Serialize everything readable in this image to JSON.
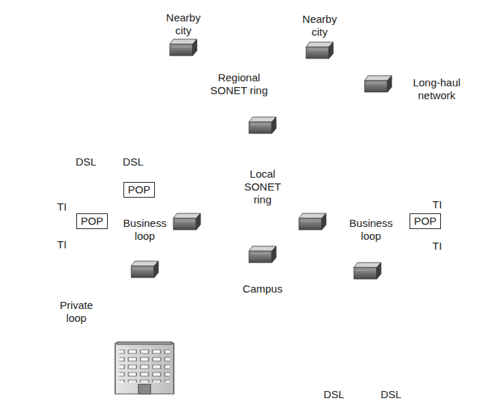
{
  "diagram": {
    "nodes": [
      {
        "text": [
          "Nearby city"
        ]
      },
      {
        "text": [
          "Nearby city"
        ]
      },
      {
        "text": [
          "Regional SONET ring"
        ]
      },
      {
        "text": [
          "Long-haul network"
        ]
      },
      {
        "text": [
          "DSL"
        ]
      },
      {
        "text": [
          "DSL"
        ]
      },
      {
        "text": [
          "Local SONET ring"
        ]
      },
      {
        "text": [
          "POP"
        ]
      },
      {
        "text": [
          "POP"
        ]
      },
      {
        "text": [
          "Business loop"
        ]
      },
      {
        "text": [
          "POP"
        ]
      },
      {
        "text": [
          "Business loop"
        ]
      },
      {
        "text": [
          "Campus"
        ]
      },
      {
        "text": [
          "Private loop"
        ]
      },
      {
        "text": [
          "DSL"
        ]
      },
      {
        "text": [
          "DSL"
        ]
      }
    ],
    "edges": [
      {
        "from": 4,
        "to": 7,
        "arrow": "none"
      },
      {
        "from": 5,
        "to": 7,
        "arrow": "none"
      }
    ],
    "labels": [
      "TI",
      "TI",
      "TI",
      "TI"
    ]
  }
}
